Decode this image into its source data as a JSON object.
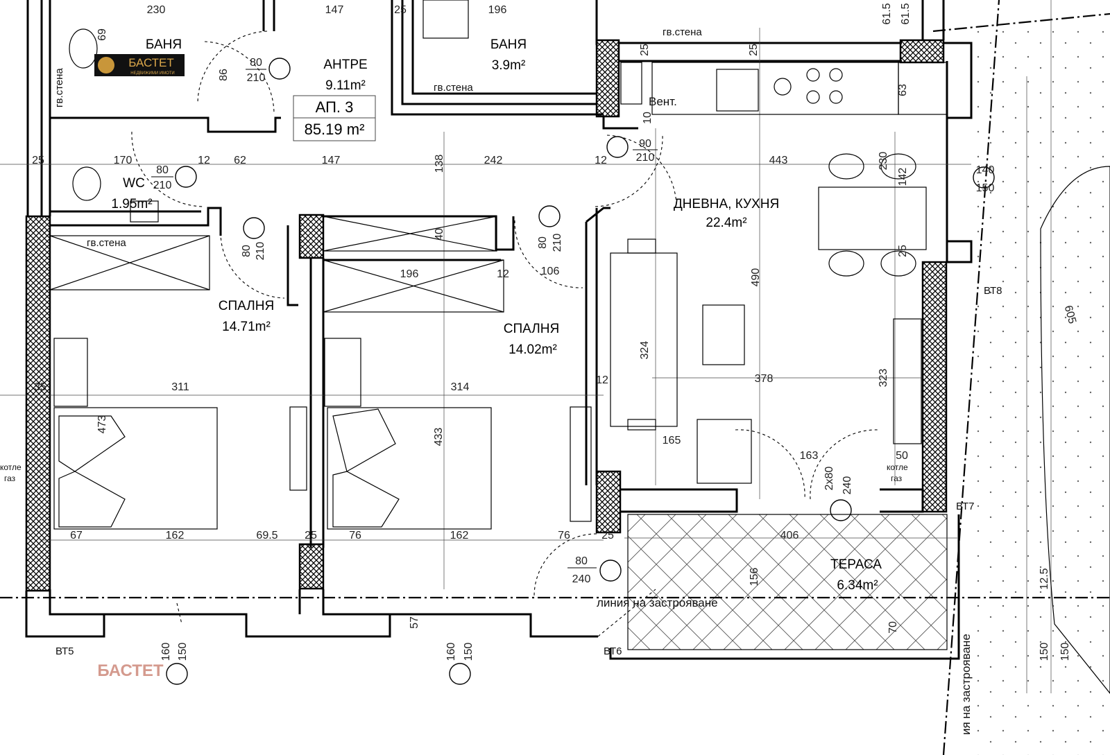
{
  "apartment": {
    "label": "АП. 3",
    "area": "85.19 m²"
  },
  "logo": {
    "text": "БАСТЕТ",
    "subtitle": "НЕДВИЖИМИ ИМОТИ"
  },
  "watermark": "БАСТЕТ",
  "rooms": {
    "bath_left": {
      "name": "БАНЯ"
    },
    "hall": {
      "name": "АНТРЕ",
      "area": "9.11m²"
    },
    "bath_right": {
      "name": "БАНЯ",
      "area": "3.9m²"
    },
    "wc": {
      "name": "WC",
      "area": "1.95m²"
    },
    "bedroom1": {
      "name": "СПАЛНЯ",
      "area": "14.71m²"
    },
    "bedroom2": {
      "name": "СПАЛНЯ",
      "area": "14.02m²"
    },
    "living": {
      "name": "ДНЕВНА, КУХНЯ",
      "area": "22.4m²"
    },
    "terrace": {
      "name": "ТЕРАСА",
      "area": "6.34m²"
    }
  },
  "notes": {
    "gv_stena": "гв.стена",
    "vent": "Вент.",
    "build_line": "линия на застрояване",
    "build_line_vertical": "ия на застрояване",
    "kotle": "котле",
    "gaz": "газ"
  },
  "doors": [
    {
      "w": "80",
      "h": "210"
    },
    {
      "w": "80",
      "h": "210"
    },
    {
      "w": "90",
      "h": "210"
    },
    {
      "w": "80",
      "h": "210"
    },
    {
      "w": "80",
      "h": "210"
    },
    {
      "w": "80",
      "h": "240"
    },
    {
      "w": "2x80",
      "h": "240"
    },
    {
      "w": "140",
      "h": "150"
    }
  ],
  "windows_bottom": [
    "160",
    "150",
    "160",
    "150"
  ],
  "markers": [
    "ВТ5",
    "ВТ6",
    "ВТ7",
    "ВТ8"
  ],
  "dimensions": {
    "top": [
      "230",
      "147",
      "25",
      "196",
      "61.5",
      "61.5"
    ],
    "row1": [
      "25",
      "170",
      "12",
      "62",
      "147",
      "138",
      "242",
      "12",
      "443"
    ],
    "misc": [
      "69",
      "86",
      "25",
      "25",
      "10",
      "63",
      "230",
      "142",
      "25",
      "40",
      "196",
      "12",
      "106",
      "490",
      "324",
      "378",
      "323",
      "311",
      "314",
      "12",
      "473",
      "433",
      "165",
      "163",
      "50",
      "67",
      "162",
      "69.5",
      "25",
      "76",
      "162",
      "76",
      "25",
      "406",
      "156",
      "57",
      "70",
      "12.5",
      "150",
      "150",
      "605",
      "35"
    ]
  }
}
